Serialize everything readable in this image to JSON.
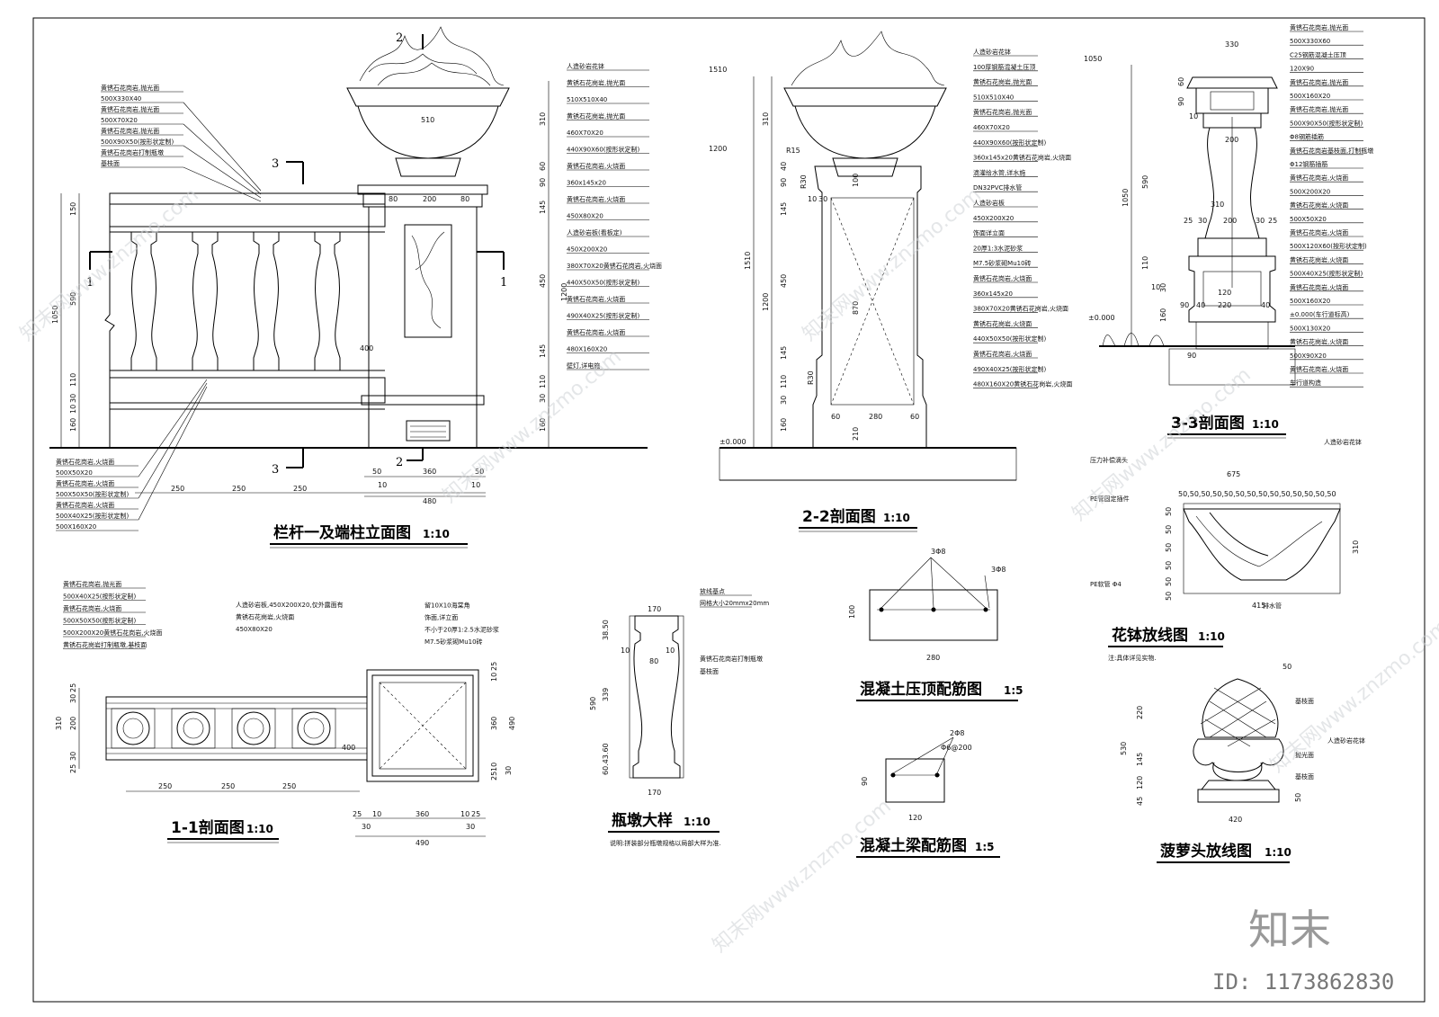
{
  "titles": {
    "elevation": {
      "name": "栏杆一及端柱立面图",
      "scale": "1:10"
    },
    "section22": {
      "name": "2-2剖面图",
      "scale": "1:10"
    },
    "section33": {
      "name": "3-3剖面图",
      "scale": "1:10"
    },
    "section11": {
      "name": "1-1剖面图",
      "scale": "1:10"
    },
    "baluster": {
      "name": "瓶墩大样",
      "scale": "1:10"
    },
    "coping": {
      "name": "混凝土压顶配筋图",
      "scale": "1:5"
    },
    "beam": {
      "name": "混凝土梁配筋图",
      "scale": "1:5"
    },
    "planter": {
      "name": "花钵放线图",
      "scale": "1:10"
    },
    "pineapple": {
      "name": "菠萝头放线图",
      "scale": "1:10"
    }
  },
  "elevation": {
    "section_marks": [
      "3",
      "3",
      "1",
      "1",
      "2",
      "2"
    ],
    "left_labels": [
      "黄锈石花岗岩,抛光面",
      "500X330X40",
      "黄锈石花岗岩,抛光面",
      "500X70X20",
      "黄锈石花岗岩,抛光面",
      "500X90X50(按形状定制)",
      "黄锈石花岗岩打制瓶墩",
      "基枝面"
    ],
    "bottom_labels": [
      "黄锈石花岗岩,火烧面",
      "500X50X20",
      "黄锈石花岗岩,火烧面",
      "500X50X50(按形状定制)",
      "黄锈石花岗岩,火烧面",
      "500X40X25(按形状定制)",
      "500X160X20"
    ],
    "right_labels": [
      "人造砂岩花钵",
      "黄锈石花岗岩,抛光面",
      "510X510X40",
      "黄锈石花岗岩,抛光面",
      "460X70X20",
      "440X90X60(按形状定制)",
      "黄锈石花岗岩,火烧面",
      "360x145x20",
      "黄锈石花岗岩,火烧面",
      "450X80X20",
      "人造砂岩板(看板定)",
      "450X200X20",
      "380X70X20黄锈石花岗岩,火烧面",
      "440X50X50(按形状定制)",
      "黄锈石花岗岩,火烧面",
      "490X40X25(按形状定制)",
      "黄锈石花岗岩,火烧面",
      "480X160X20",
      "壁灯,详电施"
    ],
    "vdims_left": [
      "150",
      "590",
      "1050",
      "110",
      "30",
      "10",
      "160"
    ],
    "vdims_right": [
      "310",
      "60",
      "90",
      "145",
      "450",
      "1200",
      "145",
      "110",
      "30",
      "160"
    ],
    "hdims": [
      "250",
      "250",
      "250",
      "50",
      "360",
      "50",
      "10",
      "480",
      "10"
    ],
    "post_dims": [
      "80",
      "200",
      "80",
      "400",
      "510"
    ]
  },
  "section22": {
    "labels": [
      "人造砂岩花钵",
      "100厚钢筋混凝土压顶",
      "黄锈石花岗岩,抛光面",
      "510X510X40",
      "黄锈石花岗岩,抛光面",
      "460X70X20",
      "440X90X60(按形状定制)",
      "360x145x20黄锈石花岗岩,火烧面",
      "滴灌给水管,详水施",
      "DN32PVC排水管",
      "人造砂岩板",
      "450X200X20",
      "饰面详立面",
      "20厚1:3水泥砂浆",
      "M7.5砂浆砌Mu10砖",
      "黄锈石花岗岩,火烧面",
      "360x145x20",
      "380X70X20黄锈石花岗岩,火烧面",
      "黄锈石花岗岩,火烧面",
      "440X50X50(按形状定制)",
      "黄锈石花岗岩,火烧面",
      "490X40X25(按形状定制)",
      "480X160X20黄锈石花岗岩,火烧面"
    ],
    "vdims": [
      "1510",
      "1200",
      "310",
      "40",
      "90",
      "145",
      "450",
      "870",
      "145",
      "110",
      "30",
      "160",
      "100",
      "30",
      "10"
    ],
    "radius": [
      "R15",
      "R30",
      "R30"
    ],
    "hdims": [
      "60",
      "280",
      "60",
      "210"
    ],
    "level": "±0.000"
  },
  "section33": {
    "labels": [
      "黄锈石花岗岩,抛光面",
      "500X330X60",
      "C25钢筋混凝土压顶",
      "120X90",
      "黄锈石花岗岩,抛光面",
      "500X160X20",
      "黄锈石花岗岩,抛光面",
      "500X90X50(按形状定制)",
      "Φ8钢筋插筋",
      "黄锈石花岗岩基枝面,打制瓶墩",
      "Φ12钢筋插筋",
      "黄锈石花岗岩,火烧面",
      "500X200X20",
      "黄锈石花岗岩,火烧面",
      "500X50X20",
      "黄锈石花岗岩,火烧面",
      "500X120X60(按形状定制)",
      "黄锈石花岗岩,火烧面",
      "500X40X25(按形状定制)",
      "黄锈石花岗岩,火烧面",
      "500X160X20",
      "±0.000(车行道标高)",
      "500X130X20",
      "黄锈石花岗岩,火烧面",
      "500X90X20",
      "黄锈石花岗岩,火烧面",
      "车行道构造"
    ],
    "dims": [
      "330",
      "1050",
      "60",
      "90",
      "10",
      "200",
      "590",
      "310",
      "25",
      "30",
      "200",
      "30",
      "25",
      "110",
      "10",
      "30",
      "120",
      "220",
      "40",
      "90",
      "40",
      "160",
      "90"
    ],
    "level": "±0.000",
    "top_level": "1050"
  },
  "section11": {
    "labels": [
      "黄锈石花岗岩,抛光面",
      "500X40X25(按形状定制)",
      "黄锈石花岗岩,火烧面",
      "500X50X50(按形状定制)",
      "500X200X20黄锈石花岗岩,火烧面",
      "黄锈石花岗岩打制瓶墩,基枝面",
      "人造砂岩板,450X200X20,仅外露面有",
      "黄锈石花岗岩,火烧面",
      "450X80X20",
      "留10X10海棠角",
      "饰面,详立面",
      "不小于20厚1:2.5水泥砂浆",
      "M7.5砂浆砌Mu10砖"
    ],
    "vdims": [
      "25",
      "30",
      "200",
      "310",
      "30",
      "25",
      "10",
      "25",
      "360",
      "490",
      "25",
      "10",
      "30"
    ],
    "hdims": [
      "250",
      "250",
      "250",
      "400",
      "25",
      "30",
      "10",
      "360",
      "10",
      "25",
      "30",
      "490"
    ]
  },
  "baluster": {
    "labels": [
      "放线基点",
      "网格大小20mmx20mm",
      "黄锈石花岗岩打制瓶墩",
      "基枝面"
    ],
    "dims": [
      "170",
      "38.50",
      "10",
      "80",
      "10",
      "339",
      "590",
      "60.43.60",
      "170"
    ],
    "note": "说明:拼装部分瓶墩规格以局部大样为准."
  },
  "coping": {
    "labels": [
      "3Φ8",
      "3Φ8"
    ],
    "dims": [
      "100",
      "280"
    ]
  },
  "beam": {
    "labels": [
      "2Φ8",
      "Φ6@200"
    ],
    "dims": [
      "90",
      "120"
    ]
  },
  "planter": {
    "labels": [
      "压力补偿滴头",
      "PE管固定插件",
      "人造砂岩花钵",
      "PE软管 Φ4",
      "排水管"
    ],
    "note": "注:具体详见实物.",
    "dims": [
      "675",
      "50,50,50,50,50,50,50,50,50,50,50,50,50,50",
      "50",
      "50",
      "50",
      "50",
      "50",
      "50",
      "310",
      "415"
    ]
  },
  "pineapple": {
    "labels": [
      "基枝面",
      "人造砂岩花钵",
      "抛光面",
      "基枝面"
    ],
    "dims": [
      "50",
      "220",
      "530",
      "145",
      "120",
      "45",
      "420",
      "50"
    ]
  },
  "watermark": {
    "text": "znzmo.com",
    "text_cn": "知末网www.znzmo.com",
    "logo": "知末",
    "id": "ID: 1173862830",
    "stamp": "知末"
  }
}
